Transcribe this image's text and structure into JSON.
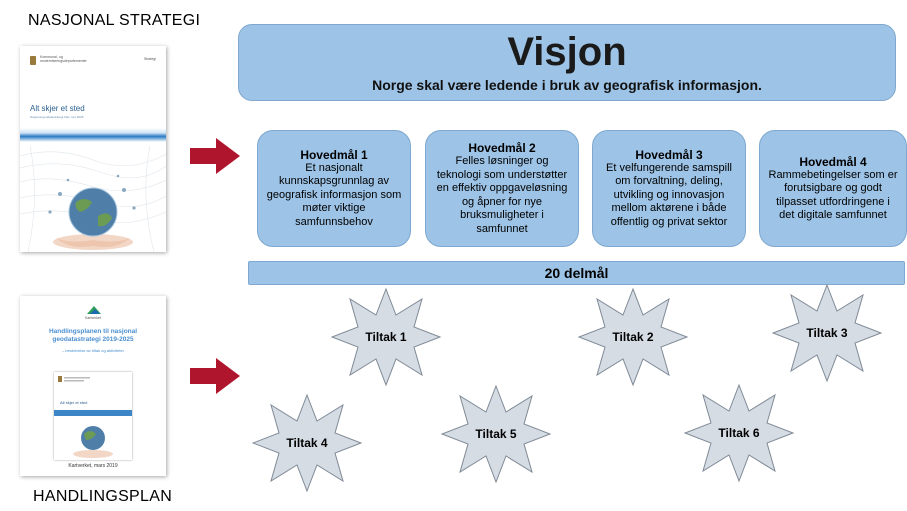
{
  "labels": {
    "top": "NASJONAL STRATEGI",
    "bottom": "HANDLINGSPLAN"
  },
  "cover1": {
    "dept_line1": "Kommunal- og",
    "dept_line2": "moderniseringsdepartementet",
    "tag": "Strategi",
    "title": "Alt skjer et sted",
    "subtitle": "Nasjonal geodatastrategi fram mot 2025"
  },
  "cover2": {
    "org": "Kartverket",
    "title": "Handlingsplanen til nasjonal geodatastrategi 2019-2025",
    "subtitle": "– beskrivelse av tiltak og aktiviteter",
    "inner_title": "Alt skjer et sted",
    "footer": "Kartverket, mars 2019"
  },
  "vision": {
    "title": "Visjon",
    "text": "Norge skal være ledende i bruk av geografisk informasjon."
  },
  "goals": [
    {
      "title": "Hovedmål 1",
      "text": "Et nasjonalt kunnskapsgrunnlag av geografisk informasjon som møter viktige samfunnsbehov"
    },
    {
      "title": "Hovedmål 2",
      "text": "Felles løsninger og teknologi som understøtter en effektiv oppgaveløsning og åpner for nye bruksmuligheter i samfunnet"
    },
    {
      "title": "Hovedmål 3",
      "text": "Et velfungerende samspill om forvaltning, deling, utvikling og innovasjon mellom aktørene i både offentlig og privat sektor"
    },
    {
      "title": "Hovedmål 4",
      "text": "Rammebetingelser som er forutsigbare og godt tilpasset utfordringene i det digitale samfunnet"
    }
  ],
  "delmal": "20 delmål",
  "tiltak": [
    "Tiltak 1",
    "Tiltak 2",
    "Tiltak 3",
    "Tiltak 4",
    "Tiltak 5",
    "Tiltak 6"
  ],
  "colors": {
    "box_fill": "#9dc3e6",
    "arrow": "#b0152e",
    "star_fill": "#d6dce4"
  }
}
